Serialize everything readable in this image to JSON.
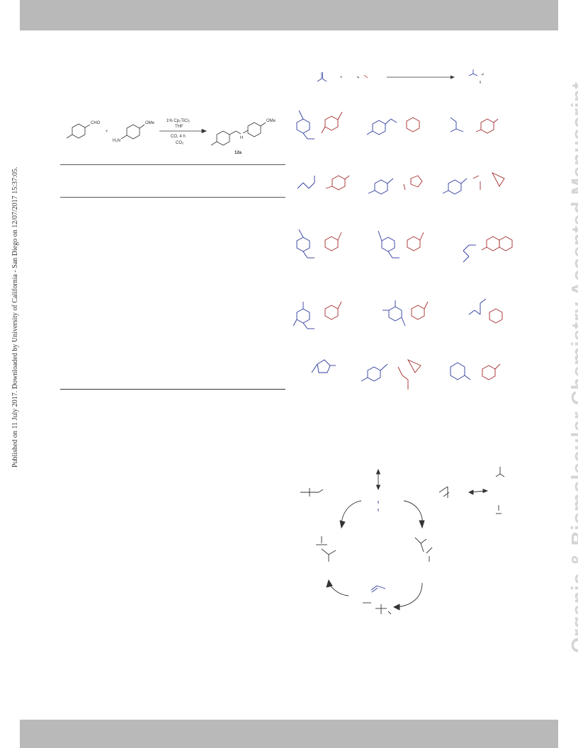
{
  "side_left": "Published on 11 July 2017. Downloaded by University of California - San Diego on 12/07/2017 15:37:05.",
  "side_right": "Organic & Biomolecular Chemistry Accepted Manuscript",
  "scheme": {
    "reactant1_group": "CHO",
    "reactant2_group": "OMe",
    "amine_label": "H₂N",
    "conditions_top1": "1% Cp₂TiCl₂",
    "conditions_top2": "THF",
    "conditions_bottom1": "CO, 4 h",
    "conditions_bottom2": "CO₂",
    "product_group": "OMe",
    "product_nh": "H",
    "product_number": "12a"
  },
  "colors": {
    "blue": "#2b3a9c",
    "red": "#a32a2a",
    "black": "#333333"
  }
}
